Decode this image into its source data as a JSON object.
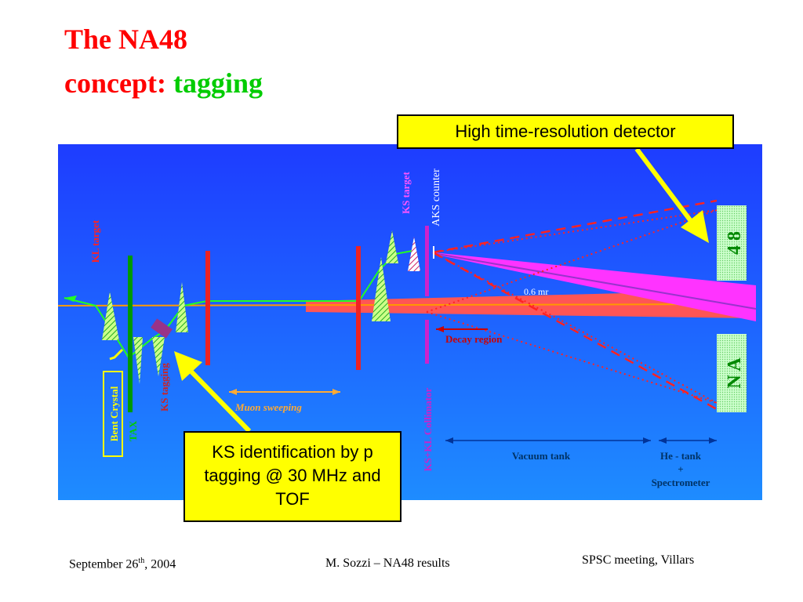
{
  "title": {
    "line1": "The NA48",
    "line2_prefix": "concept: ",
    "line2_highlight": "tagging"
  },
  "callouts": {
    "top": "High time-resolution detector",
    "bottom": "KS identification by p tagging @ 30 MHz and TOF"
  },
  "diagram_labels": {
    "kl_target": "KL target",
    "ks_target": "KS target",
    "aks_counter": "AKS counter",
    "angle": "0.6 mr",
    "decay_region": "Decay region",
    "ks_tagging": "KS tagging",
    "muon_sweeping": "Muon sweeping",
    "bent_crystal": "Bent Crystal",
    "tax": "TAX",
    "collimator": "KS+KL Collimator",
    "vacuum_tank": "Vacuum tank",
    "he_tank_line1": "He - tank",
    "he_tank_line2": "+",
    "he_tank_line3": "Spectrometer",
    "na_upper": "4 8",
    "na_lower": "N A"
  },
  "footer": {
    "date_prefix": "September 26",
    "date_sup": "th",
    "date_suffix": ", 2004",
    "author": "M. Sozzi – NA48 results",
    "meeting": "SPSC meeting, Villars"
  },
  "colors": {
    "title_red": "#ff0000",
    "title_green": "#00cc00",
    "callout_fill": "#ffff00",
    "diagram_bg_top": "#1e3cff",
    "diagram_bg_bottom": "#1e8cff"
  }
}
